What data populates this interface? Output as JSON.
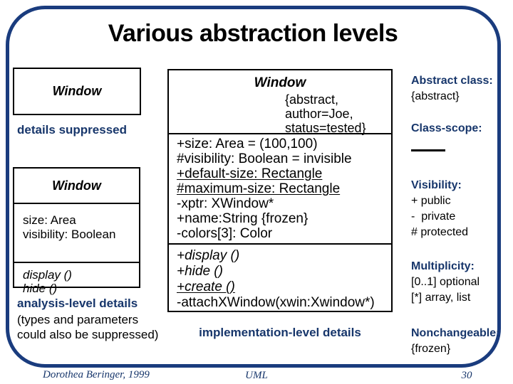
{
  "title": "Various abstraction levels",
  "colors": {
    "accent": "#17366b",
    "frame": "#1a3c7e"
  },
  "left": {
    "suppressed_class": {
      "name": "Window"
    },
    "caption_suppressed": "details suppressed",
    "analysis_class": {
      "name": "Window",
      "attributes": [
        "size: Area",
        "visibility: Boolean"
      ],
      "operations": [
        "display ()",
        "hide ()"
      ]
    },
    "caption_analysis": "analysis-level details",
    "caption_analysis_note": [
      "(types and parameters",
      "could also be suppressed)"
    ]
  },
  "main_class": {
    "name": "Window",
    "tags": [
      "{abstract,",
      "author=Joe,",
      "status=tested}"
    ],
    "attributes": [
      "+size: Area = (100,100)",
      "#visibility: Boolean = invisible",
      "+default-size: Rectangle",
      "#maximum-size: Rectangle",
      "-xptr: XWindow*",
      "+name:String {frozen}",
      "-colors[3]: Color"
    ],
    "operations": [
      "+display ()",
      "+hide ()",
      "+create ()",
      "-attachXWindow(xwin:Xwindow*)"
    ],
    "caption": "implementation-level details"
  },
  "legend": [
    {
      "heading": "Abstract class:",
      "lines": [
        "{abstract}"
      ]
    },
    {
      "heading": "Class-scope:"
    },
    {
      "heading": "Visibility:",
      "lines": [
        "+ public",
        "-  private",
        "# protected"
      ]
    },
    {
      "heading": "Multiplicity:",
      "lines": [
        "[0..1] optional",
        "[*] array, list"
      ]
    },
    {
      "heading": "Nonchangeable:",
      "lines": [
        "{frozen}"
      ]
    }
  ],
  "footer": {
    "author": "Dorothea Beringer, 1999",
    "center": "UML",
    "page": "30"
  }
}
